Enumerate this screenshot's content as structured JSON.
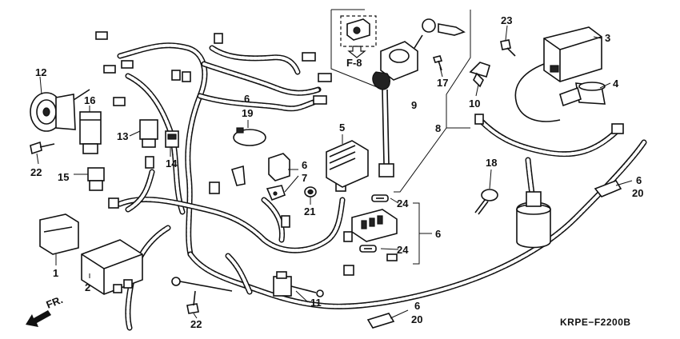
{
  "diagram": {
    "code": "KRPE−F2200B",
    "front_label": "FR.",
    "ref_label": "F-8",
    "callouts": [
      {
        "id": "c1",
        "text": "1"
      },
      {
        "id": "c2",
        "text": "2"
      },
      {
        "id": "c3",
        "text": "3"
      },
      {
        "id": "c4",
        "text": "4"
      },
      {
        "id": "c5",
        "text": "5"
      },
      {
        "id": "c6a",
        "text": "6"
      },
      {
        "id": "c19",
        "text": "19"
      },
      {
        "id": "c6b",
        "text": "6"
      },
      {
        "id": "c7",
        "text": "7"
      },
      {
        "id": "c6c",
        "text": "6"
      },
      {
        "id": "c6d",
        "text": "6"
      },
      {
        "id": "c20a",
        "text": "20"
      },
      {
        "id": "c6e",
        "text": "6"
      },
      {
        "id": "c20b",
        "text": "20"
      },
      {
        "id": "c8",
        "text": "8"
      },
      {
        "id": "c9",
        "text": "9"
      },
      {
        "id": "c10",
        "text": "10"
      },
      {
        "id": "c11",
        "text": "11"
      },
      {
        "id": "c12",
        "text": "12"
      },
      {
        "id": "c13",
        "text": "13"
      },
      {
        "id": "c14",
        "text": "14"
      },
      {
        "id": "c15",
        "text": "15"
      },
      {
        "id": "c16",
        "text": "16"
      },
      {
        "id": "c17",
        "text": "17"
      },
      {
        "id": "c18",
        "text": "18"
      },
      {
        "id": "c21",
        "text": "21"
      },
      {
        "id": "c22a",
        "text": "22"
      },
      {
        "id": "c22b",
        "text": "22"
      },
      {
        "id": "c23",
        "text": "23"
      },
      {
        "id": "c24a",
        "text": "24"
      },
      {
        "id": "c24b",
        "text": "24"
      }
    ]
  }
}
